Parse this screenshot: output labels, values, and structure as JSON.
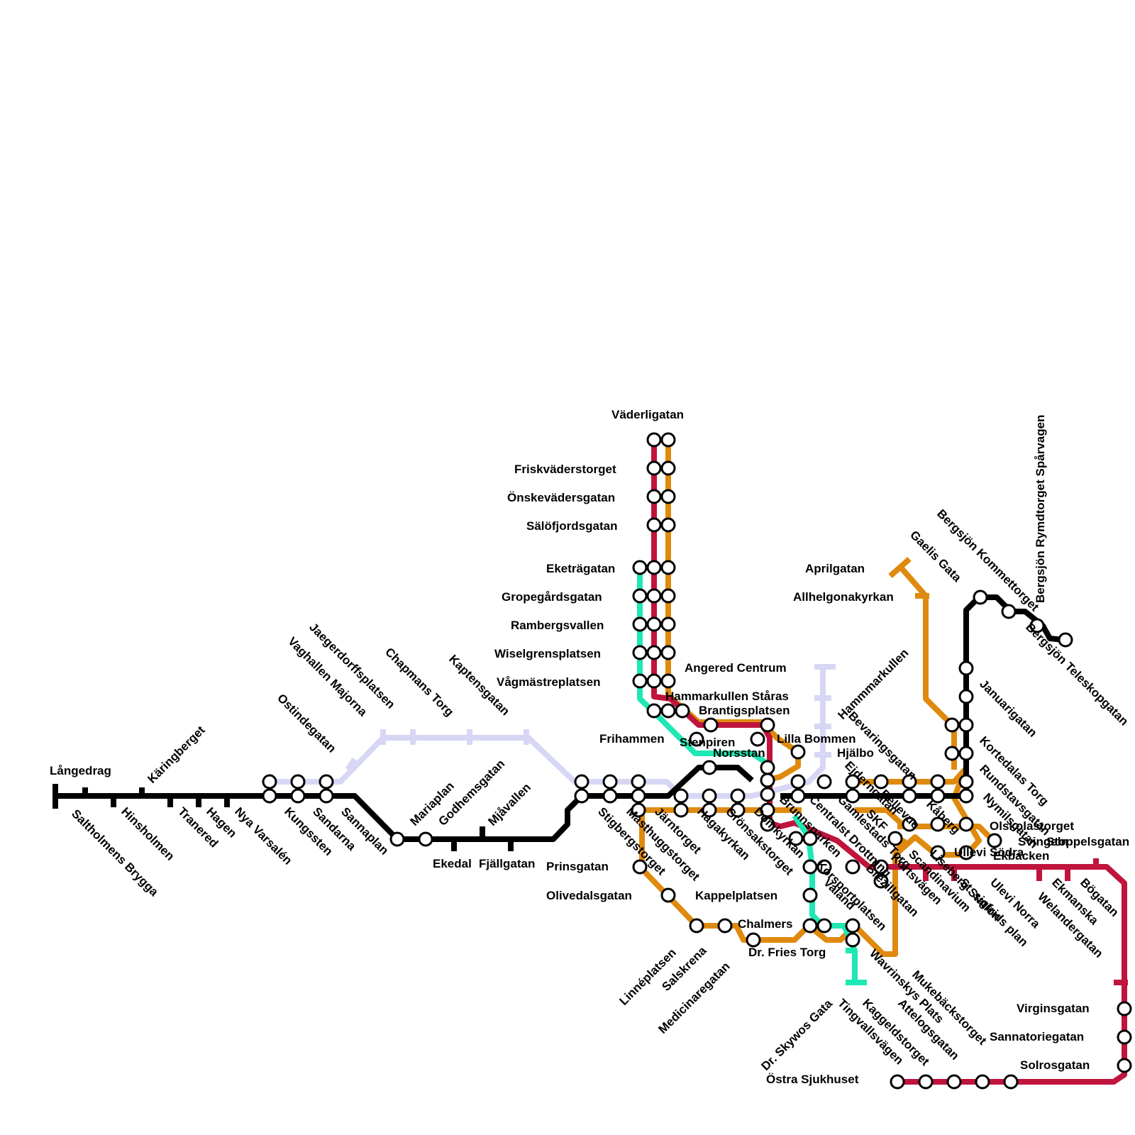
{
  "colors": {
    "black": "#000000",
    "red": "#c0143c",
    "orange": "#df8a0e",
    "teal": "#1ee8b4",
    "lavender": "#d7d7f5"
  },
  "lines": [
    {
      "id": "lavender",
      "color": "#d7d7f5"
    },
    {
      "id": "orange",
      "color": "#df8a0e"
    },
    {
      "id": "red",
      "color": "#c0143c"
    },
    {
      "id": "teal",
      "color": "#1ee8b4"
    },
    {
      "id": "black",
      "color": "#000000"
    }
  ],
  "labels": [
    "Långedrag",
    "Saltholmens Brygga",
    "Hinsholmen",
    "Käringberget",
    "Tranered",
    "Hagen",
    "Nya Varsalén",
    "Ostindegatan",
    "Kungssten",
    "Vaghallen Majorna",
    "Sandarna",
    "Jaegerdorffsplatsen",
    "Sannaplan",
    "Chapmans Torg",
    "Kaptensgatan",
    "Mariaplan",
    "Godhemsgatan",
    "Ekedal",
    "Mjåvallen",
    "Fjällgatan",
    "Stigbergstorget",
    "Masthuggstorget",
    "Järntorget",
    "Hagakyrkan",
    "Grönsakstorget",
    "Domkyrkan",
    "Prinsgatan",
    "Olivedalsgatan",
    "Linnéplatsen",
    "Salskrena",
    "Medicinaregatan",
    "Kappelplatsen",
    "Chalmers",
    "Dr. Fries Torg",
    "Väderligatan",
    "Friskväderstorget",
    "Önskevädersgatan",
    "Sälöfjordsgatan",
    "Eketrägatan",
    "Gropegårdsgatan",
    "Rambergsvallen",
    "Wiselgrensplatsen",
    "Vågmästreplatsen",
    "Frihammen",
    "Hammarkullen Ståras",
    "Brantigsplatsen",
    "Stenpiren",
    "Norsstan",
    "Angered Centrum",
    "Lilla Bommen",
    "Hjälbo",
    "Hammmarkullen",
    "Brunnsparken",
    "Centralst Drottning",
    "Valand",
    "Korsportplatsen",
    "Gamlestads Torg",
    "Brezillgatan",
    "Kortsvägen",
    "Ejderngatan",
    "SKF",
    "Bellevue",
    "Svingeln",
    "Scandinavium",
    "Liseberg Station",
    "Bevaringsgatan",
    "Ullevi Södra",
    "Aprilgatan",
    "Allhelgonakyrkan",
    "Gaelis Gata",
    "Bergsjön Kommettorget",
    "Bergsjön Rymdtorget Spårvagen",
    "Bergsjön Teleskopgatan",
    "Januarigatan",
    "Kortedalas Torg",
    "Rundstavsgatan",
    "Nymilsgatan",
    "Olskolastorget",
    "Stoppelsgatan",
    "Ekbacken",
    "Ulevi Norra",
    "St. sigfrids plan",
    "Ekmanska",
    "Welandergatan",
    "Bögatan",
    "Virginsgatan",
    "Sannatoriegatan",
    "Solrosgatan",
    "Östra Sjukhuset",
    "Dr. Skywos Gata",
    "Tingvallsvägen",
    "Kaggeldstorget",
    "Wavrinskys Plats",
    "Attelogsgatan",
    "Mukebäckstorget",
    "Kåberg"
  ]
}
